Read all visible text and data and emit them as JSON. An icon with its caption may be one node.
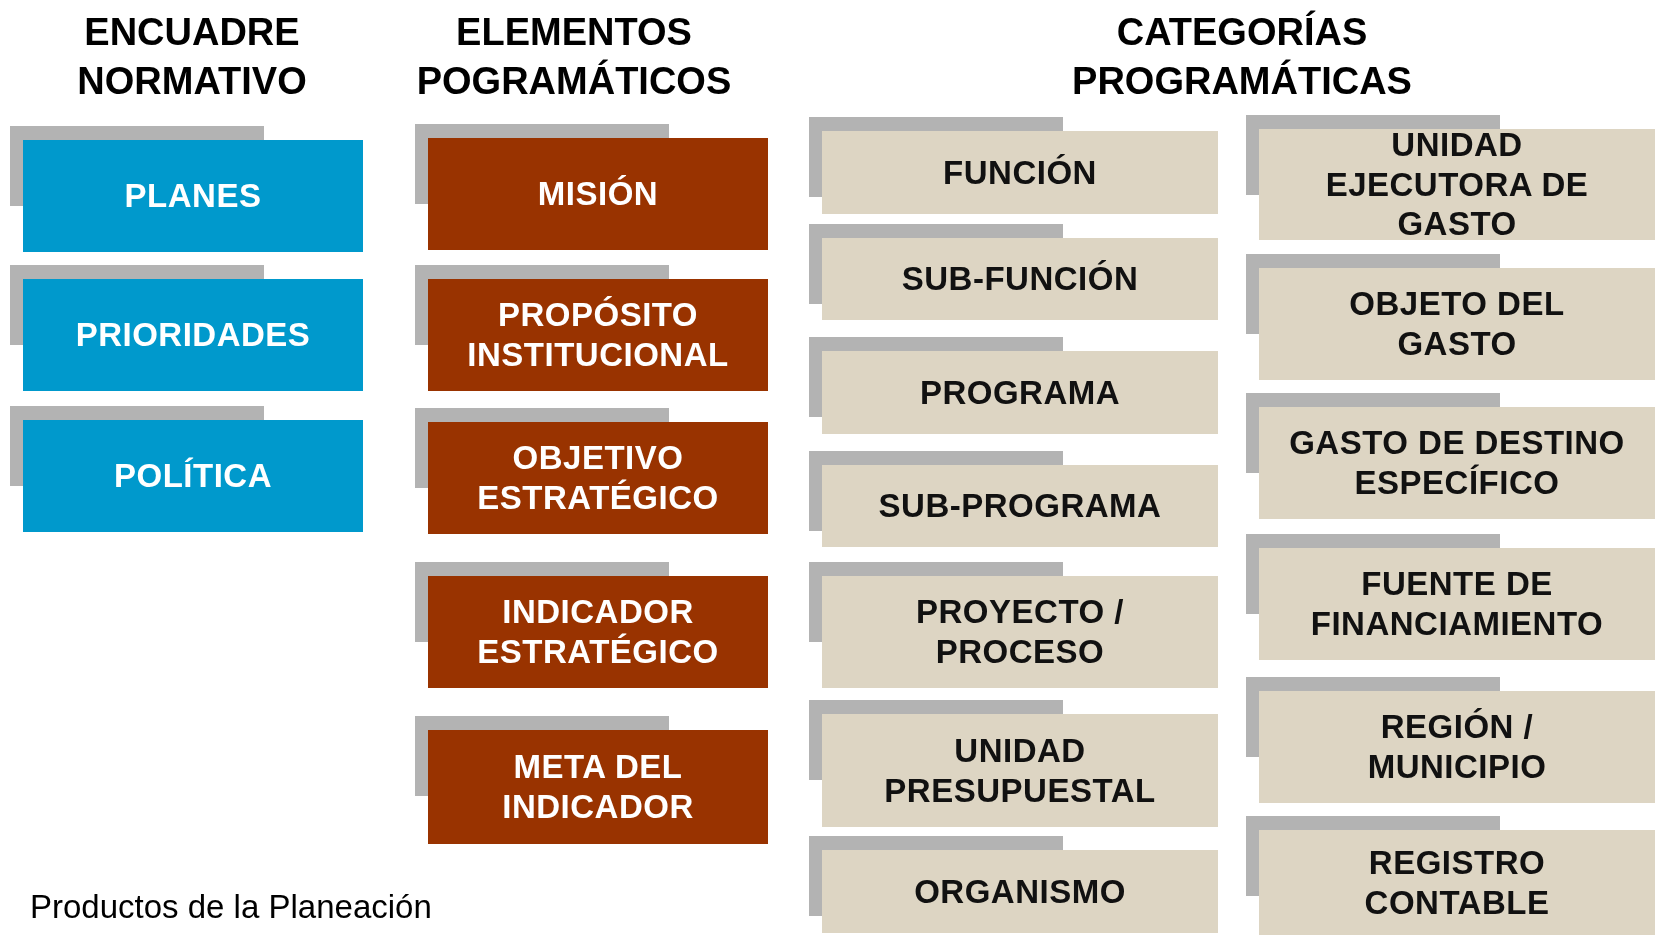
{
  "diagram": {
    "nodes": [
      {
        "text": [
          "PLANES"
        ]
      },
      {
        "text": [
          "PRIORIDADES"
        ]
      },
      {
        "text": [
          "POLÍTICA"
        ]
      },
      {
        "text": [
          "MISIÓN"
        ]
      },
      {
        "text": [
          "PROPÓSITO INSTITUCIONAL"
        ]
      },
      {
        "text": [
          "OBJETIVO ESTRATÉGICO"
        ]
      },
      {
        "text": [
          "INDICADOR ESTRATÉGICO"
        ]
      },
      {
        "text": [
          "META DEL INDICADOR"
        ]
      },
      {
        "text": [
          "FUNCIÓN"
        ]
      },
      {
        "text": [
          "SUB-FUNCIÓN"
        ]
      },
      {
        "text": [
          "PROGRAMA"
        ]
      },
      {
        "text": [
          "SUB-PROGRAMA"
        ]
      },
      {
        "text": [
          "PROYECTO / PROCESO"
        ]
      },
      {
        "text": [
          "UNIDAD PRESUPUESTAL"
        ]
      },
      {
        "text": [
          "ORGANISMO"
        ]
      },
      {
        "text": [
          "UNIDAD EJECUTORA DE GASTO"
        ]
      },
      {
        "text": [
          "OBJETO DEL GASTO"
        ]
      },
      {
        "text": [
          "GASTO DE DESTINO ESPECÍFICO"
        ]
      },
      {
        "text": [
          "FUENTE DE FINANCIAMIENTO"
        ]
      },
      {
        "text": [
          "REGIÓN / MUNICIPIO"
        ]
      },
      {
        "text": [
          "REGISTRO CONTABLE"
        ]
      }
    ],
    "labels": [
      "ENCUADRE NORMATIVO",
      "ELEMENTOS POGRAMÁTICOS",
      "CATEGORÍAS PROGRAMÁTICAS",
      "Productos de la Planeación"
    ]
  }
}
